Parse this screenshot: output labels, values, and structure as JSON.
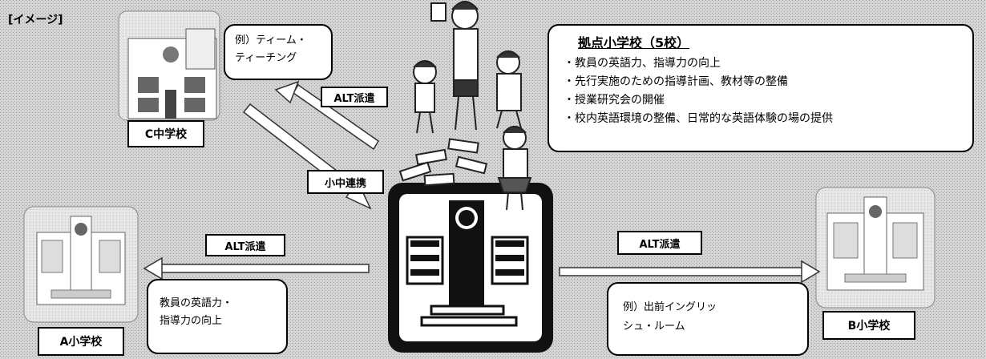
{
  "image_tag": "[イメージ]",
  "hub": {
    "title": "拠点小学校（5校）",
    "items": [
      "・教員の英語力、指導力の向上",
      "・先行実施のための指導計画、教材等の整備",
      "・授業研究会の開催",
      "・校内英語環境の整備、日常的な英語体験の場の提供"
    ]
  },
  "schools": {
    "c": "C中学校",
    "a": "A小学校",
    "b": "B小学校"
  },
  "arrows": {
    "alt_top": "ALT派遣",
    "alt_left": "ALT派遣",
    "alt_right": "ALT派遣",
    "renkei": "小中連携"
  },
  "examples": {
    "team_teaching": [
      "例）ティーム・",
      "ティーチング"
    ],
    "teacher_improvement": [
      "教員の英語力・",
      "指導力の向上"
    ],
    "english_room": [
      "例）出前イングリッ",
      "シュ・ルーム"
    ]
  }
}
